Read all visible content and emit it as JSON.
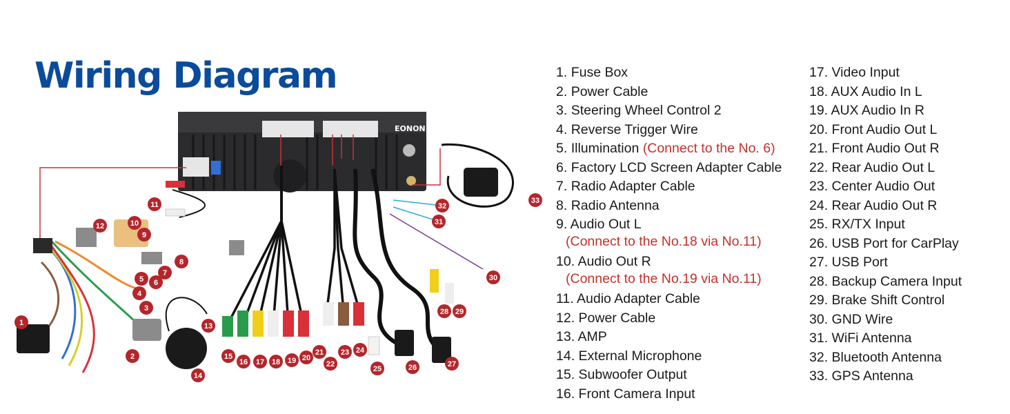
{
  "title": "Wiring Diagram",
  "brand": "EONON",
  "colors": {
    "title_blue": "#0a4b9b",
    "marker_red": "#b3262b",
    "note_red": "#c4302a",
    "unit_dark": "#2b2b2d",
    "line_red": "#c8323a"
  },
  "legend_left": [
    {
      "num": "1.",
      "label": "Fuse Box",
      "note": ""
    },
    {
      "num": "2.",
      "label": "Power Cable",
      "note": ""
    },
    {
      "num": "3.",
      "label": "Steering Wheel Control 2",
      "note": ""
    },
    {
      "num": "4.",
      "label": "Reverse Trigger Wire",
      "note": ""
    },
    {
      "num": "5.",
      "label": "Illumination",
      "note": "(Connect to the No. 6)"
    },
    {
      "num": "6.",
      "label": "Factory LCD Screen Adapter Cable",
      "note": ""
    },
    {
      "num": "7.",
      "label": "Radio Adapter Cable",
      "note": ""
    },
    {
      "num": "8.",
      "label": "Radio Antenna",
      "note": ""
    },
    {
      "num": "9.",
      "label": "Audio Out L",
      "note": "(Connect to the No.18 via No.11)"
    },
    {
      "num": "10.",
      "label": "Audio Out R",
      "note": "(Connect to the No.19 via No.11)"
    },
    {
      "num": "11.",
      "label": "Audio Adapter Cable",
      "note": ""
    },
    {
      "num": "12.",
      "label": "Power Cable",
      "note": ""
    },
    {
      "num": "13.",
      "label": "AMP",
      "note": ""
    },
    {
      "num": "14.",
      "label": "External Microphone",
      "note": ""
    },
    {
      "num": "15.",
      "label": "Subwoofer Output",
      "note": ""
    },
    {
      "num": "16.",
      "label": "Front Camera Input",
      "note": ""
    }
  ],
  "legend_right": [
    {
      "num": "17.",
      "label": "Video Input"
    },
    {
      "num": "18.",
      "label": "AUX Audio In L"
    },
    {
      "num": "19.",
      "label": "AUX Audio In R"
    },
    {
      "num": "20.",
      "label": "Front Audio Out L"
    },
    {
      "num": "21.",
      "label": "Front Audio Out R"
    },
    {
      "num": "22.",
      "label": "Rear Audio Out L"
    },
    {
      "num": "23.",
      "label": "Center Audio Out"
    },
    {
      "num": "24.",
      "label": "Rear Audio Out R"
    },
    {
      "num": "25.",
      "label": "RX/TX Input"
    },
    {
      "num": "26.",
      "label": "USB Port for CarPlay"
    },
    {
      "num": "27.",
      "label": "USB Port"
    },
    {
      "num": "28.",
      "label": "Backup Camera Input"
    },
    {
      "num": "29.",
      "label": "Brake Shift Control"
    },
    {
      "num": "30.",
      "label": "GND Wire"
    },
    {
      "num": "31.",
      "label": "WiFi Antenna"
    },
    {
      "num": "32.",
      "label": "Bluetooth Antenna"
    },
    {
      "num": "33.",
      "label": "GPS Antenna"
    }
  ],
  "markers": [
    "1",
    "2",
    "3",
    "4",
    "5",
    "6",
    "7",
    "8",
    "9",
    "10",
    "11",
    "12",
    "13",
    "14",
    "15",
    "16",
    "17",
    "18",
    "19",
    "20",
    "21",
    "22",
    "23",
    "24",
    "25",
    "26",
    "27",
    "28",
    "29",
    "30",
    "31",
    "32",
    "33"
  ]
}
